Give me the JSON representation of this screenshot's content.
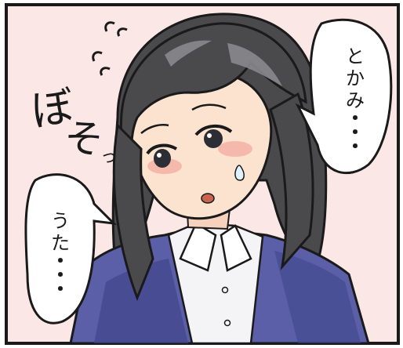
{
  "panel": {
    "bubble_right": [
      "と",
      "か",
      "み",
      "・",
      "・",
      "・"
    ],
    "bubble_left": [
      "う",
      "た",
      "・",
      "・",
      "・"
    ],
    "sfx": [
      "ぼ",
      "そ",
      "っ"
    ],
    "colors": {
      "background": "#fbe8e6",
      "hair": "#4a4a4d",
      "hair_highlight": "#8a8a8e",
      "skin": "#fce3cf",
      "blush": "#f2a79c",
      "jacket": "#5a5fa8",
      "jacket_shadow": "#40468a",
      "shirt": "#f4f4f6",
      "outline": "#1a1a1a"
    }
  }
}
